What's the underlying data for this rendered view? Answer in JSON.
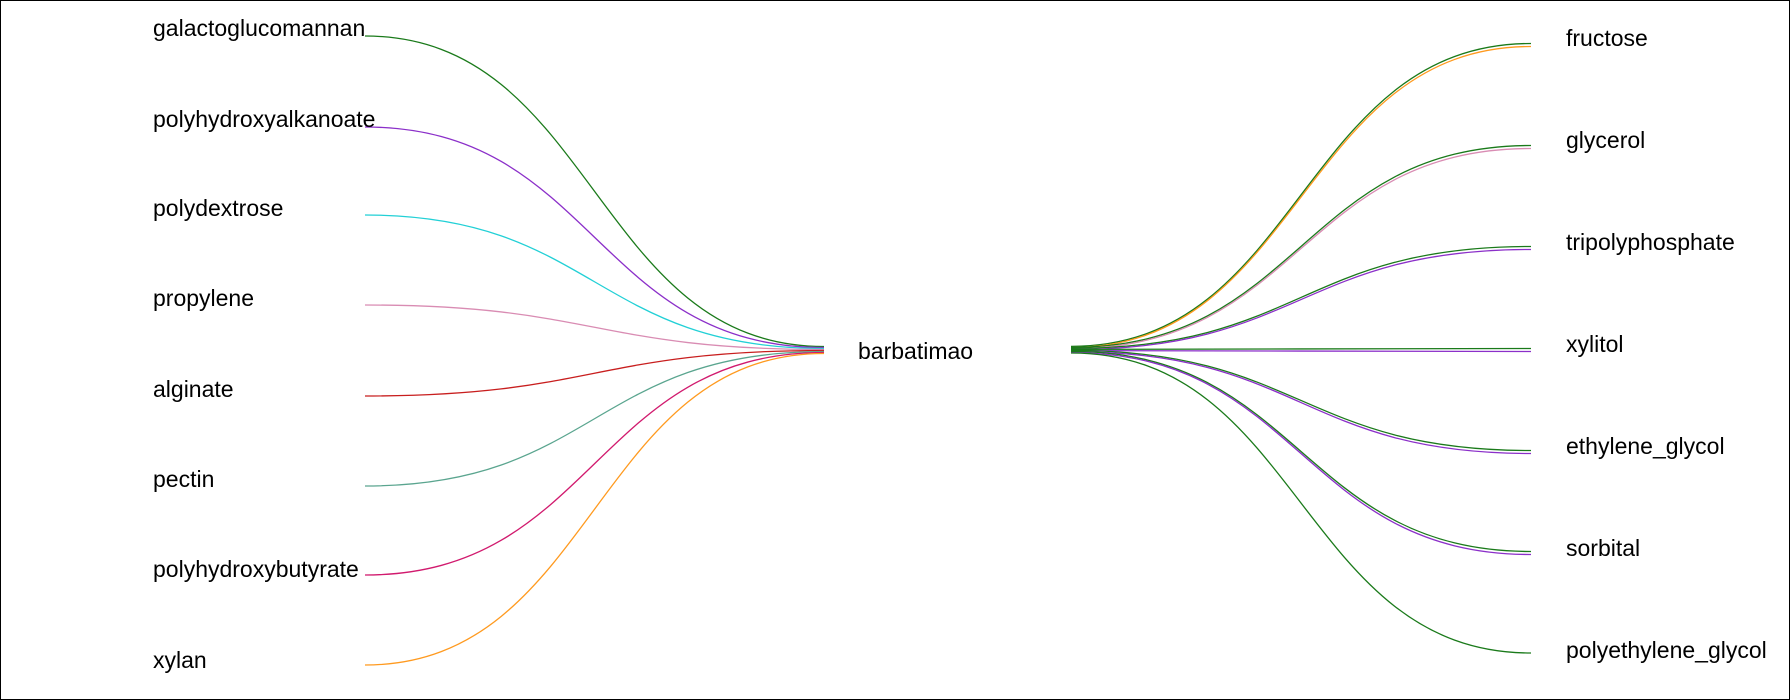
{
  "center": {
    "label": "barbatimao"
  },
  "left_nodes": [
    {
      "label": "galactoglucomannan",
      "color": "#1a7a1a"
    },
    {
      "label": "polyhydroxyalkanoate",
      "color": "#8b2fc9"
    },
    {
      "label": "polydextrose",
      "color": "#22d0d6"
    },
    {
      "label": "propylene",
      "color": "#d98cb3"
    },
    {
      "label": "alginate",
      "color": "#c81e1e"
    },
    {
      "label": "pectin",
      "color": "#5aa58f"
    },
    {
      "label": "polyhydroxybutyrate",
      "color": "#d11a6e"
    },
    {
      "label": "xylan",
      "color": "#ff9a1f"
    }
  ],
  "right_nodes": [
    {
      "label": "fructose",
      "colors": [
        "#1a7a1a",
        "#ff9a1f"
      ]
    },
    {
      "label": "glycerol",
      "colors": [
        "#1a7a1a",
        "#d98cb3"
      ]
    },
    {
      "label": "tripolyphosphate",
      "colors": [
        "#1a7a1a",
        "#8b2fc9"
      ]
    },
    {
      "label": "xylitol",
      "colors": [
        "#1a7a1a",
        "#8b2fc9"
      ]
    },
    {
      "label": "ethylene_glycol",
      "colors": [
        "#1a7a1a",
        "#8b2fc9"
      ]
    },
    {
      "label": "sorbital",
      "colors": [
        "#1a7a1a",
        "#8b2fc9"
      ]
    },
    {
      "label": "polyethylene_glycol",
      "colors": [
        "#1a7a1a"
      ]
    }
  ]
}
